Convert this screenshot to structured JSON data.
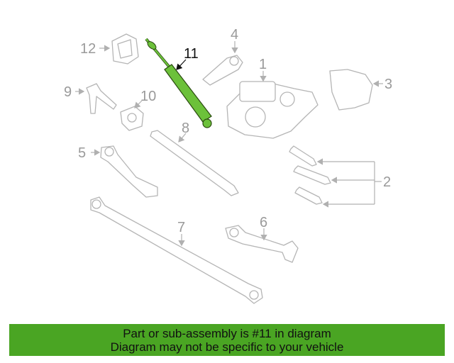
{
  "diagram": {
    "highlighted_part": "11",
    "highlight_color": "#6cc13a",
    "callouts": [
      "1",
      "2",
      "3",
      "4",
      "5",
      "6",
      "7",
      "8",
      "9",
      "10",
      "11",
      "12"
    ]
  },
  "banner": {
    "line1": "Part or sub-assembly is #11 in diagram",
    "line2": "Diagram may not be specific to your vehicle",
    "color": "#4aa523"
  }
}
